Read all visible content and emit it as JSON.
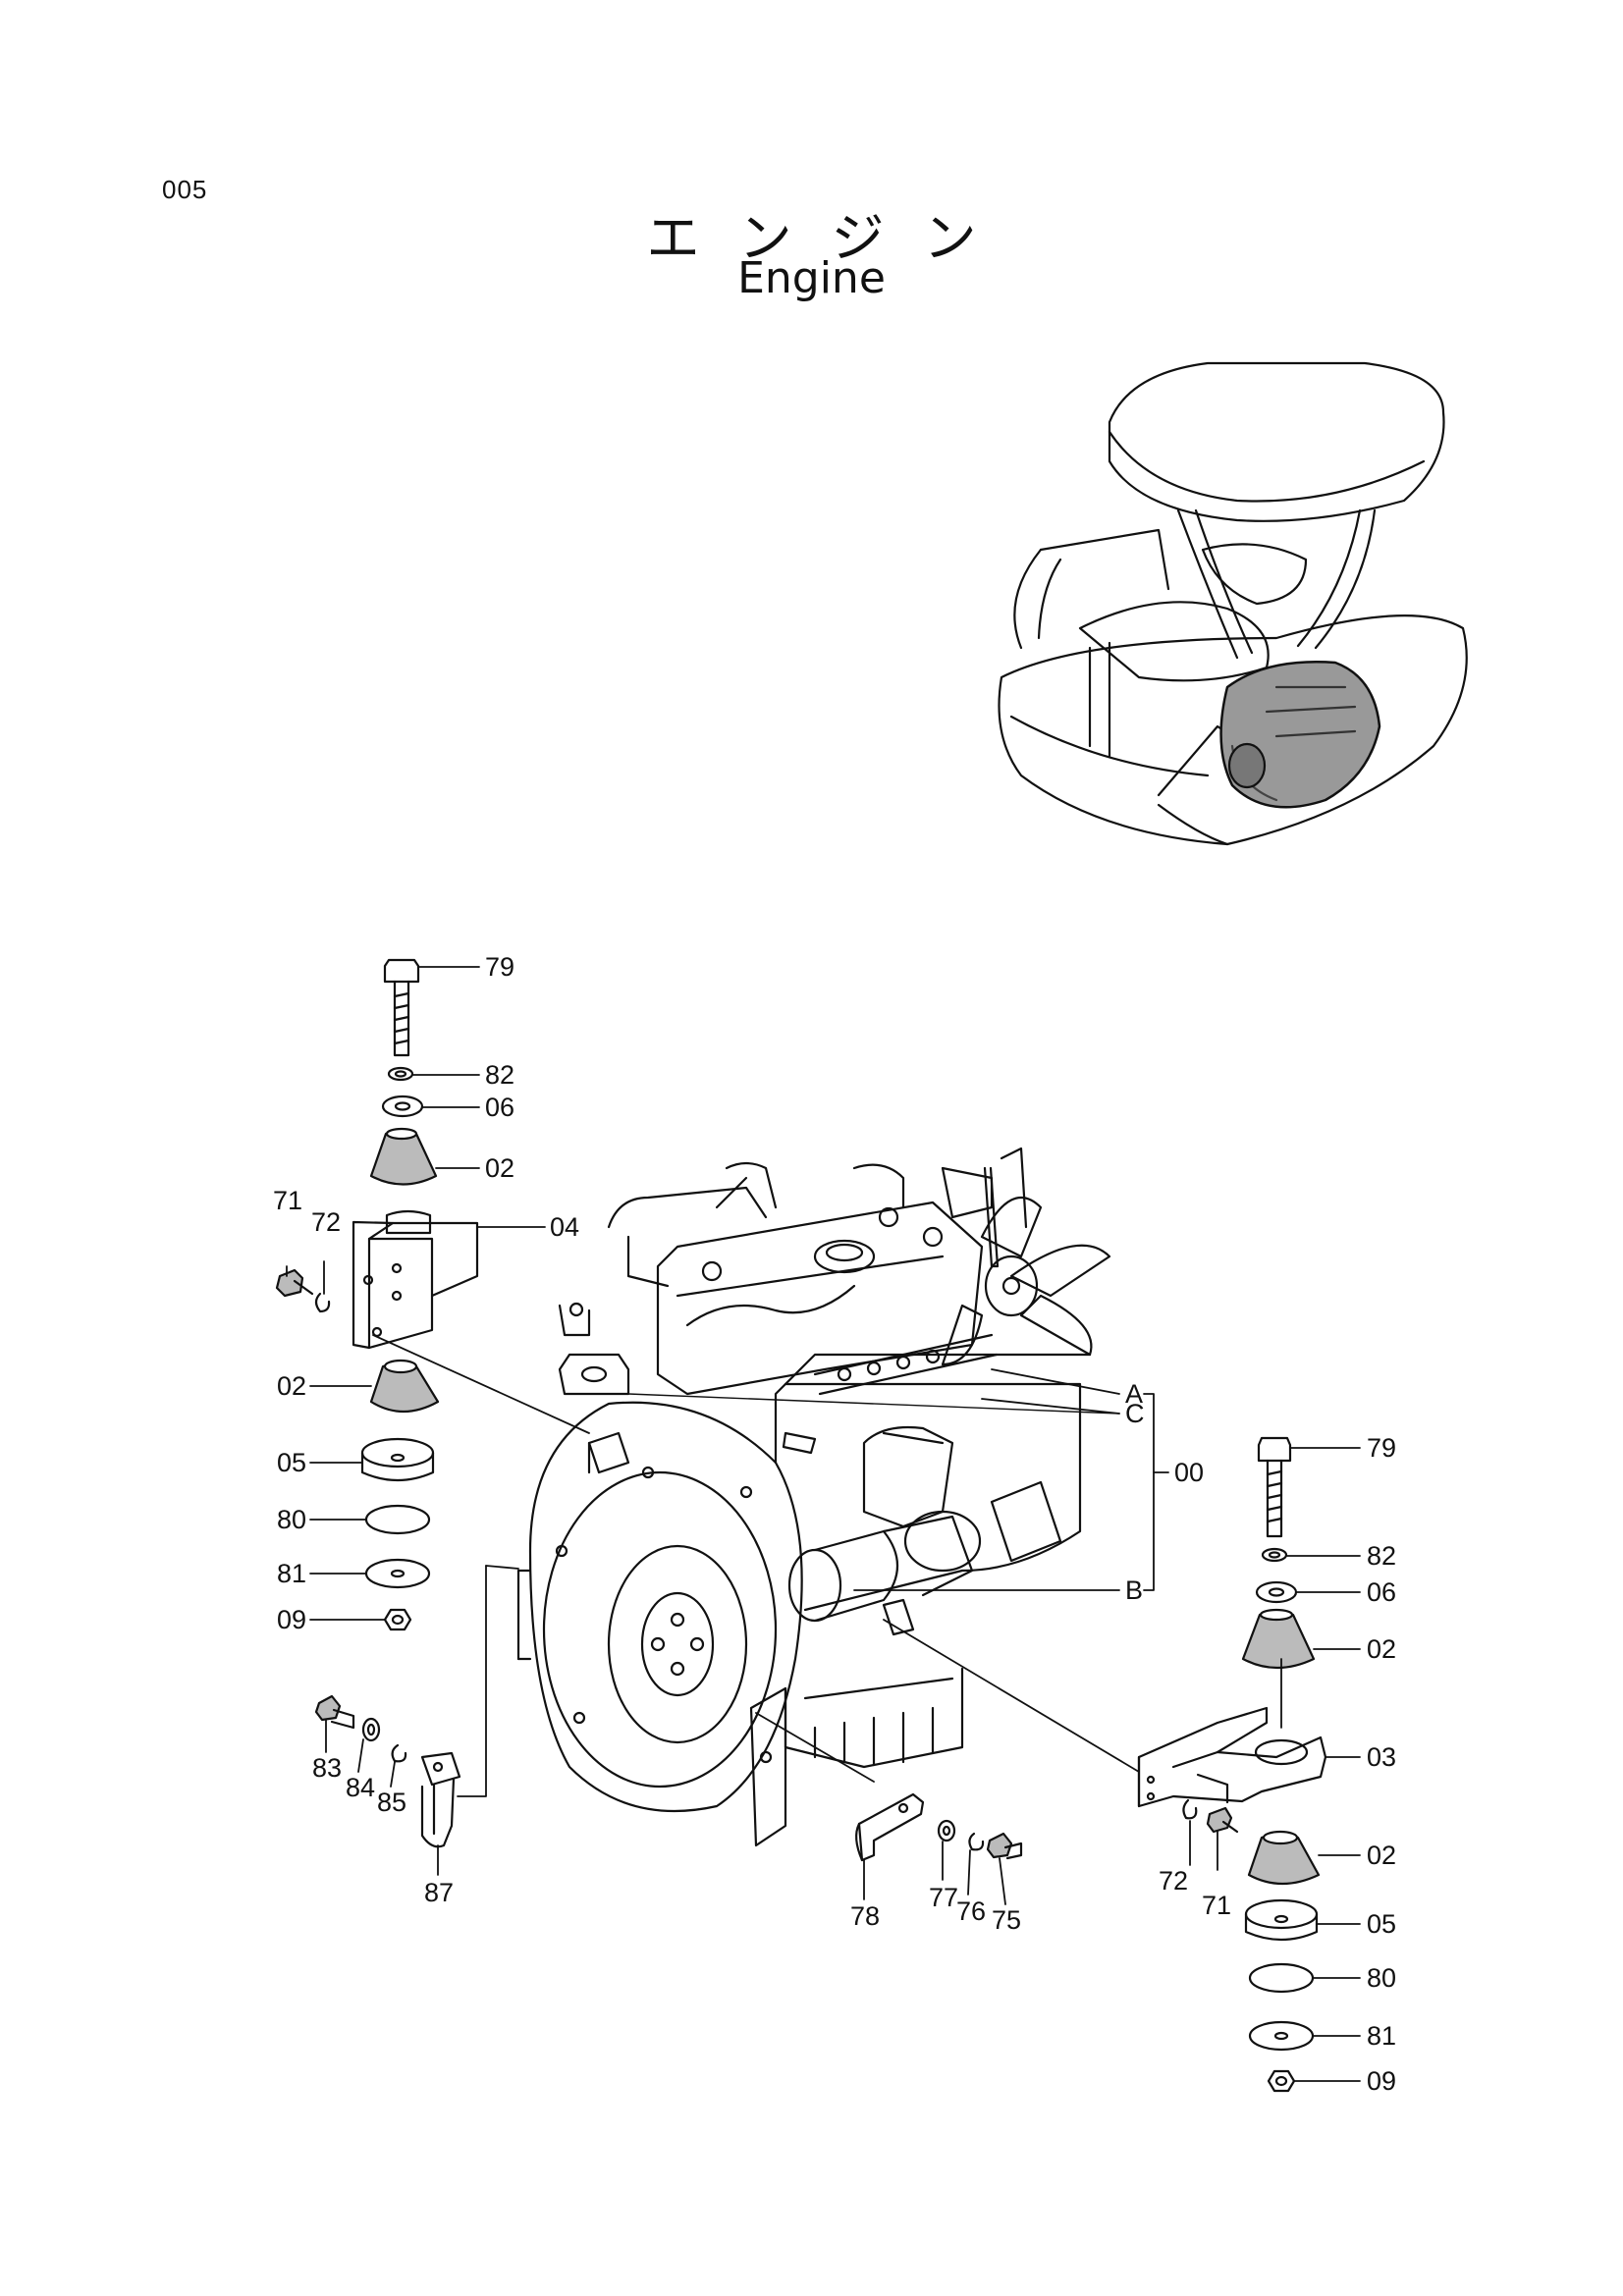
{
  "header": {
    "page_number": "005",
    "title_jp": "エンジン",
    "title_en": "Engine"
  },
  "callouts": {
    "left_mount": [
      "79",
      "82",
      "06",
      "02",
      "04",
      "71",
      "72",
      "02",
      "05",
      "80",
      "81",
      "09"
    ],
    "right_mount": [
      "79",
      "82",
      "06",
      "02",
      "03",
      "72",
      "71",
      "02",
      "05",
      "80",
      "81",
      "09"
    ],
    "engine": [
      "A",
      "C",
      "B",
      "00"
    ],
    "bracket": [
      "83",
      "84",
      "85",
      "87"
    ],
    "clamp": [
      "78",
      "77",
      "76",
      "75"
    ]
  }
}
